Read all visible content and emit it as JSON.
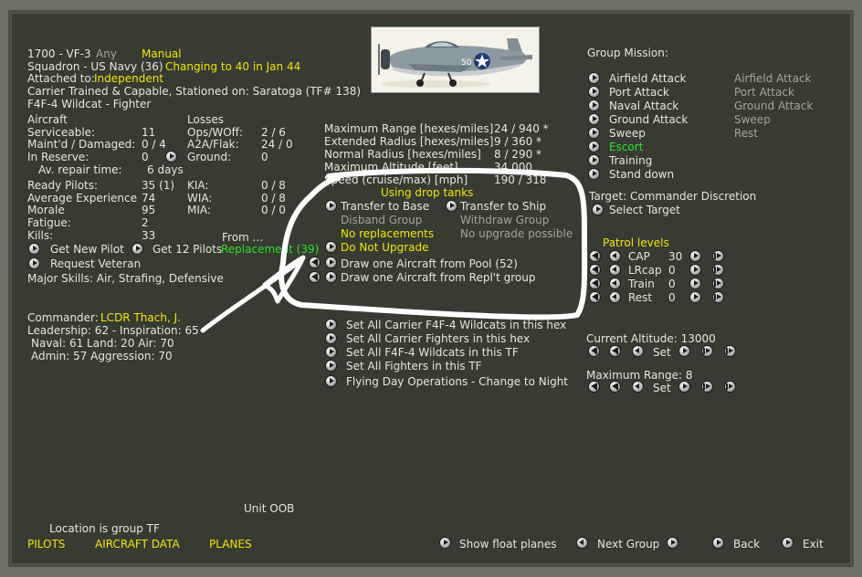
{
  "unit": {
    "id_line": "1700 - VF-3",
    "any": "Any",
    "mode": "Manual",
    "squadron": "Squadron - US Navy (36)",
    "changing": "Changing to 40 in Jan 44",
    "attached_label": "Attached to:",
    "attached_value": "Independent",
    "carrier": "Carrier Trained & Capable, Stationed on: Saratoga (TF# 138)",
    "aircraft_type": "F4F-4 Wildcat - Fighter"
  },
  "aircraft_stats": {
    "header": "Aircraft",
    "rows": [
      {
        "label": "Serviceable:",
        "value": "11"
      },
      {
        "label": "Maint'd / Damaged:",
        "value": "0 / 4"
      },
      {
        "label": "In Reserve:",
        "value": "0"
      }
    ],
    "repair_label": "Av. repair time:",
    "repair_value": "6 days"
  },
  "losses": {
    "header": "Losses",
    "rows": [
      {
        "label": "Ops/WOff:",
        "value": "2 / 6"
      },
      {
        "label": "A2A/Flak:",
        "value": "24 / 0"
      },
      {
        "label": "Ground:",
        "value": "0"
      }
    ]
  },
  "pilots": {
    "rows": [
      {
        "label": "Ready Pilots:",
        "value": "35 (1)"
      },
      {
        "label": "Average Experience",
        "value": "74"
      },
      {
        "label": "Morale",
        "value": "95"
      },
      {
        "label": "Fatigue:",
        "value": "2"
      },
      {
        "label": "Kills:",
        "value": "33"
      }
    ],
    "casualties": [
      {
        "label": "KIA:",
        "value": "0 / 8"
      },
      {
        "label": "WIA:",
        "value": "0 / 8"
      },
      {
        "label": "MIA:",
        "value": "0 / 0"
      }
    ],
    "from_label": "From ...",
    "get_new_pilot": "Get New Pilot",
    "get_12_pilots": "Get 12 Pilots",
    "replacement": "Replacement (39)",
    "request_veteran": "Request Veteran",
    "major_skills": "Major Skills: Air, Strafing, Defensive"
  },
  "commander": {
    "label": "Commander:",
    "name": "LCDR Thach, J.",
    "leadership": "Leadership: 62 - Inspiration: 65",
    "skills": "Naval: 61  Land: 20  Air: 70",
    "admin": "Admin: 57  Aggression: 70"
  },
  "performance": {
    "rows": [
      {
        "label": "Maximum Range [hexes/miles]",
        "value": "24 / 940 *"
      },
      {
        "label": "Extended Radius [hexes/miles]",
        "value": "9 / 360 *"
      },
      {
        "label": "Normal Radius [hexes/miles]",
        "value": "8 / 290 *"
      },
      {
        "label": "Maximum Altitude [feet]",
        "value": "34,000"
      },
      {
        "label": "Speed (cruise/max) [mph]",
        "value": "190 / 318"
      }
    ],
    "drop_tanks": "Using drop tanks"
  },
  "actions": {
    "transfer_base": "Transfer to Base",
    "transfer_ship": "Transfer to Ship",
    "disband": "Disband Group",
    "withdraw": "Withdraw Group",
    "no_replacements": "No replacements",
    "no_upgrade_possible": "No upgrade possible",
    "do_not_upgrade": "Do Not Upgrade",
    "draw_pool": "Draw one Aircraft from Pool (52)",
    "draw_replt": "Draw one Aircraft from Repl't group"
  },
  "set_all": [
    "Set All Carrier F4F-4 Wildcats in this hex",
    "Set All Carrier Fighters in this hex",
    "Set All F4F-4 Wildcats in this TF",
    "Set All Fighters in this TF",
    "Flying Day Operations - Change to Night"
  ],
  "mission": {
    "header": "Group Mission:",
    "items": [
      "Airfield Attack",
      "Port Attack",
      "Naval Attack",
      "Ground Attack",
      "Sweep",
      "Escort",
      "Training",
      "Stand down"
    ],
    "secondary": [
      "Airfield Attack",
      "Port Attack",
      "Ground Attack",
      "Sweep",
      "Rest"
    ],
    "target": "Target: Commander Discretion",
    "select_target": "Select Target"
  },
  "patrol": {
    "header": "Patrol levels",
    "rows": [
      {
        "label": "CAP",
        "value": "30"
      },
      {
        "label": "LRcap",
        "value": "0"
      },
      {
        "label": "Train",
        "value": "0"
      },
      {
        "label": "Rest",
        "value": "0"
      }
    ]
  },
  "altitude": {
    "label": "Current Altitude: 13000",
    "set": "Set"
  },
  "max_range": {
    "label": "Maximum Range: 8",
    "set": "Set"
  },
  "footer": {
    "unit_oob": "Unit OOB",
    "location": "Location is group TF",
    "pilots": "PILOTS",
    "aircraft_data": "AIRCRAFT DATA",
    "planes": "PLANES",
    "show_float": "Show float planes",
    "next_group": "Next Group",
    "back": "Back",
    "exit": "Exit"
  }
}
